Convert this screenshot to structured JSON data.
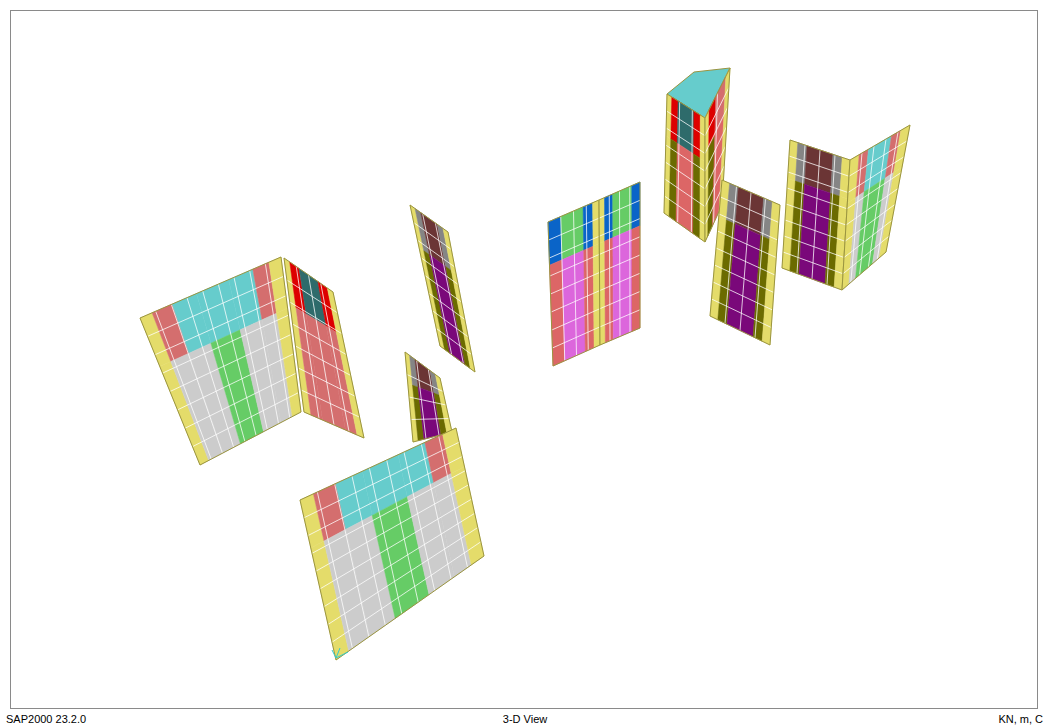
{
  "diagram": {
    "labels": [
      "SAP2000 23.2.0",
      "3-D View",
      "KN, m, C"
    ]
  }
}
